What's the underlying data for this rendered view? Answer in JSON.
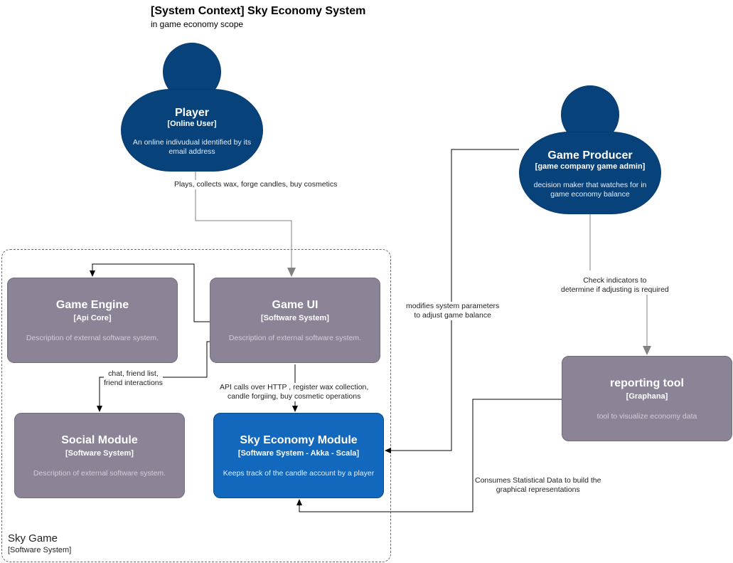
{
  "diagram": {
    "title": "[System Context] Sky Economy System",
    "subtitle": "in game economy scope"
  },
  "persons": {
    "player": {
      "name": "Player",
      "type": "[Online User]",
      "description": "An online indivudual identified by its email address"
    },
    "producer": {
      "name": "Game Producer",
      "type": "[game company game admin]",
      "description": "decision maker that watches for in game economy balance"
    }
  },
  "boundary": {
    "name": "Sky Game",
    "type": "[Software System]"
  },
  "systems": {
    "game_engine": {
      "name": "Game Engine",
      "type": "[Api Core]",
      "description": "Description of external software system."
    },
    "game_ui": {
      "name": "Game UI",
      "type": "[Software System]",
      "description": "Description of external software system."
    },
    "social_module": {
      "name": "Social Module",
      "type": "[Software System]",
      "description": "Description of external software system."
    },
    "sky_economy": {
      "name": "Sky Economy Module",
      "type": "[Software System - Akka - Scala]",
      "description": "Keeps track of the candle account by a player"
    },
    "reporting_tool": {
      "name": "reporting tool",
      "type": "[Graphana]",
      "description": "tool to visualize economy data"
    }
  },
  "relations": {
    "player_to_ui": "Plays, collects wax, forge candles, buy cosmetics",
    "ui_to_social_line1": "chat, friend list,",
    "ui_to_social_line2": "friend interactions",
    "ui_to_economy_line1": "API calls over HTTP , register wax collection,",
    "ui_to_economy_line2": "candle forgiing, buy cosmetic operations",
    "producer_to_economy_line1": "modifies system parameters",
    "producer_to_economy_line2": "to adjust game balance",
    "producer_to_reporting_line1": "Check indicators to",
    "producer_to_reporting_line2": "determine if adjusting is required",
    "reporting_to_economy_line1": "Consumes Statistical Data to build the",
    "reporting_to_economy_line2": "graphical representations"
  },
  "colors": {
    "person": "#08427b",
    "external_system": "#8c8496",
    "focus_system": "#1168bd",
    "edge_gray": "#828282",
    "edge_black": "#000000"
  }
}
